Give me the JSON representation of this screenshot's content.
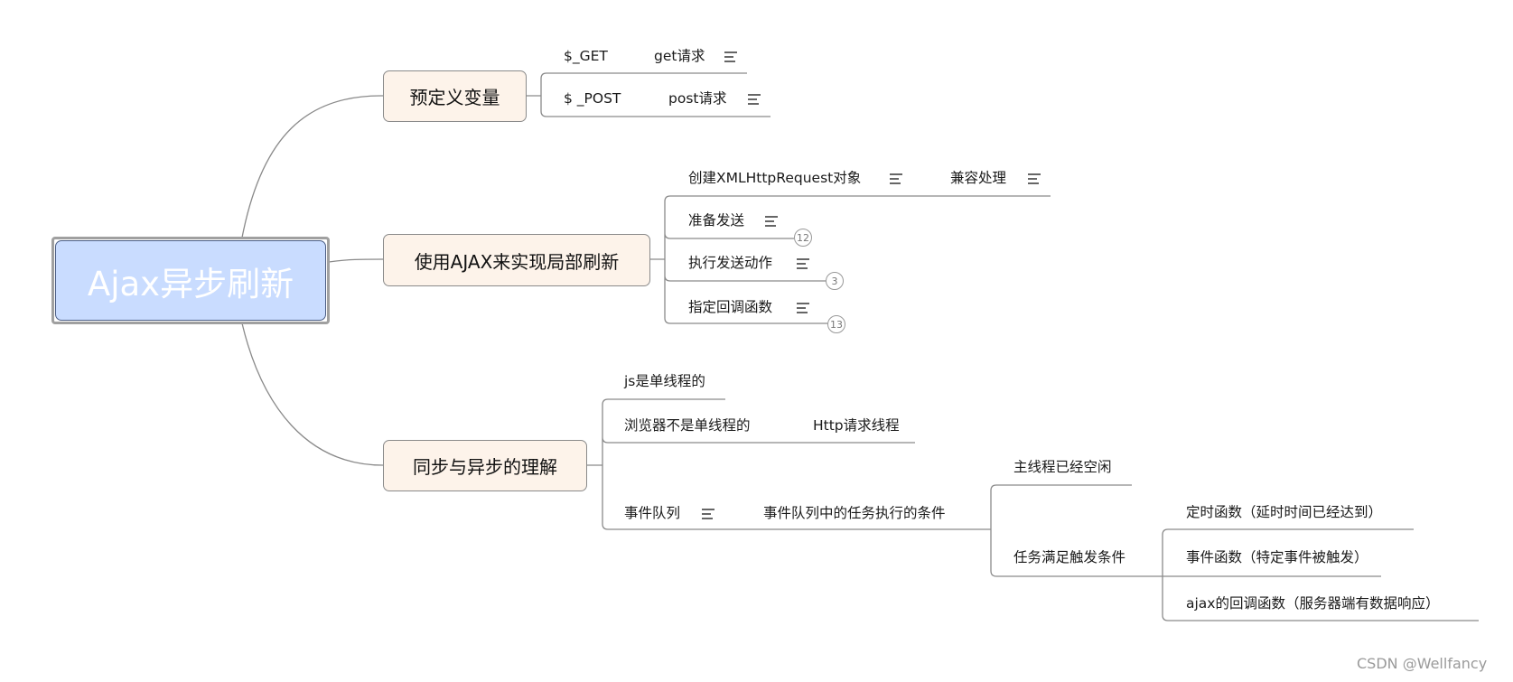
{
  "root": {
    "label": "Ajax异步刷新"
  },
  "branches": [
    {
      "label": "预定义变量",
      "children": [
        {
          "label": "$_GET",
          "sub": "get请求"
        },
        {
          "label": "$ _POST",
          "sub": "post请求"
        }
      ]
    },
    {
      "label": "使用AJAX来实现局部刷新",
      "children": [
        {
          "label": "创建XMLHttpRequest对象",
          "sub": "兼容处理"
        },
        {
          "label": "准备发送",
          "badge": "12"
        },
        {
          "label": "执行发送动作",
          "badge": "3"
        },
        {
          "label": "指定回调函数",
          "badge": "13"
        }
      ]
    },
    {
      "label": "同步与异步的理解",
      "children": [
        {
          "label": "js是单线程的"
        },
        {
          "label": "浏览器不是单线程的",
          "sub": "Http请求线程"
        },
        {
          "label": "事件队列",
          "sub": "事件队列中的任务执行的条件",
          "conditions": [
            {
              "label": "主线程已经空闲"
            },
            {
              "label": "任务满足触发条件",
              "items": [
                "定时函数（延时时间已经达到）",
                "事件函数（特定事件被触发）",
                "ajax的回调函数（服务器端有数据响应）"
              ]
            }
          ]
        }
      ]
    }
  ],
  "watermark": "CSDN @Wellfancy",
  "colors": {
    "root_fill": "#c9dcff",
    "node_fill": "#fdf3ea",
    "line": "#8a8a8a"
  }
}
